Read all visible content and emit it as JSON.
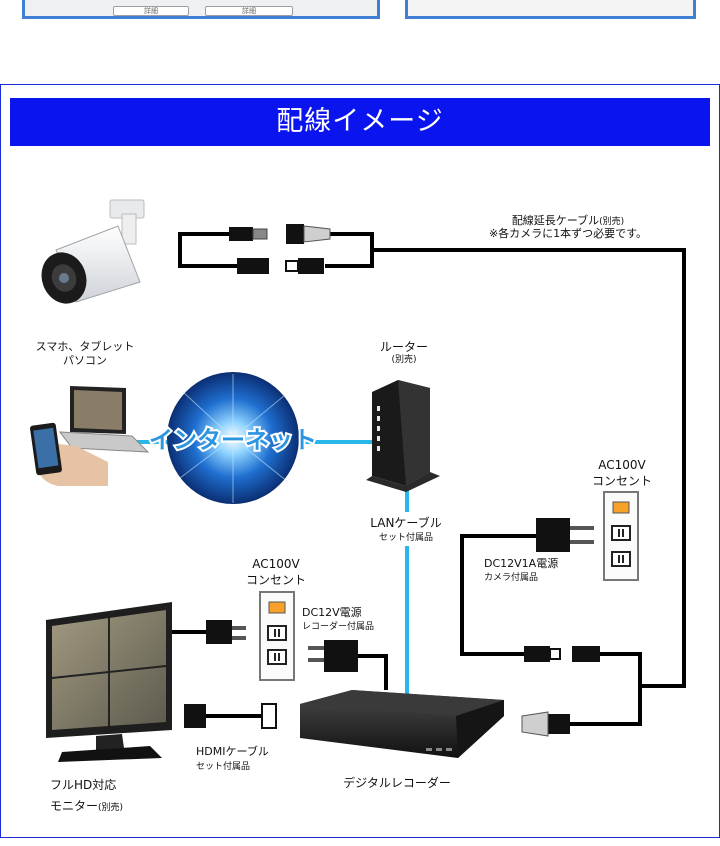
{
  "top": {
    "button1": "詳細",
    "button2": "詳細"
  },
  "title": "配線イメージ",
  "labels": {
    "extension_cable": "配線延長ケーブル",
    "extension_sold": "(別売)",
    "extension_note": "※各カメラに1本ずつ必要です。",
    "smartphone_line1": "スマホ、タブレット",
    "smartphone_line2": "パソコン",
    "router": "ルーター",
    "router_sold": "(別売)",
    "internet": "インターネット",
    "lan_cable": "LANケーブル",
    "lan_included": "セット付属品",
    "ac_right_1": "AC100V",
    "ac_right_2": "コンセント",
    "dc_camera": "DC12V1A電源",
    "dc_camera_sub": "カメラ付属品",
    "ac_left_1": "AC100V",
    "ac_left_2": "コンセント",
    "dc_recorder": "DC12V電源",
    "dc_recorder_sub": "レコーダー付属品",
    "hdmi": "HDMIケーブル",
    "hdmi_included": "セット付属品",
    "monitor_line1": "フルHD対応",
    "monitor_line2": "モニター",
    "monitor_sold": "(別売)",
    "recorder": "デジタルレコーダー"
  },
  "colors": {
    "title_bg": "#0a14ee",
    "frame": "#1a2bd8",
    "lan_cable": "#29b6e8",
    "wire": "#000000",
    "outlet_accent": "#f7a12a"
  },
  "icons": [
    "bullet-camera-icon",
    "smartphone-icon",
    "laptop-icon",
    "globe-icon",
    "router-icon",
    "power-outlet-icon",
    "power-adapter-icon",
    "bnc-connector-icon",
    "dc-plug-icon",
    "hdmi-connector-icon",
    "monitor-icon",
    "recorder-icon"
  ]
}
